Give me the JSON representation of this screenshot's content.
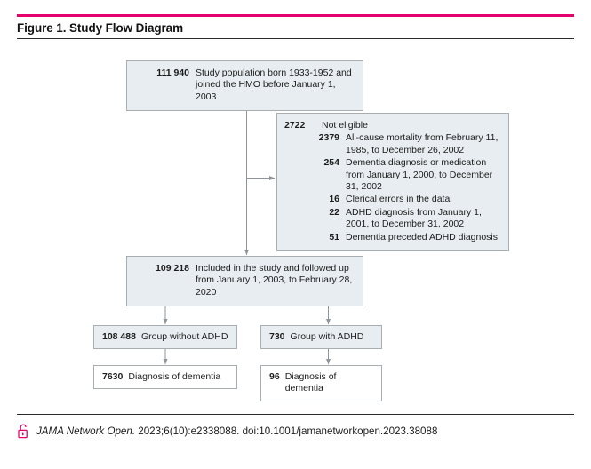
{
  "header": {
    "title": "Figure 1. Study Flow Diagram",
    "accent_color": "#e5006d",
    "rule_color": "#2b2b2b"
  },
  "colors": {
    "box_shaded_fill": "#e7edf0",
    "box_plain_fill": "#ffffff",
    "box_border": "#a8adb2",
    "connector": "#8e9499",
    "text": "#1c1c1c"
  },
  "flow": {
    "population": {
      "count": "111 940",
      "text": "Study population born 1933-1952 and joined the HMO before January 1, 2003"
    },
    "ineligible": {
      "count": "2722",
      "label": "Not eligible",
      "items": [
        {
          "count": "2379",
          "text": "All-cause mortality from February 11, 1985, to December 26, 2002"
        },
        {
          "count": "254",
          "text": "Dementia diagnosis or medication from January 1, 2000, to December 31, 2002"
        },
        {
          "count": "16",
          "text": "Clerical errors in the data"
        },
        {
          "count": "22",
          "text": "ADHD diagnosis from January 1, 2001, to December 31, 2002"
        },
        {
          "count": "51",
          "text": "Dementia preceded ADHD diagnosis"
        }
      ]
    },
    "included": {
      "count": "109 218",
      "text": "Included in the study and followed up from January 1, 2003, to February 28, 2020"
    },
    "group_without": {
      "count": "108 488",
      "text": "Group without ADHD"
    },
    "group_with": {
      "count": "730",
      "text": "Group with ADHD"
    },
    "dementia_without": {
      "count": "7630",
      "text": "Diagnosis of dementia"
    },
    "dementia_with": {
      "count": "96",
      "text": "Diagnosis of dementia"
    }
  },
  "footer": {
    "icon": "open-lock-icon",
    "icon_color": "#e5006d",
    "journal": "JAMA Network Open.",
    "citation": " 2023;6(10):e2338088. doi:10.1001/jamanetworkopen.2023.38088"
  },
  "chart_data": {
    "type": "flowchart",
    "title": "Figure 1. Study Flow Diagram",
    "nodes": [
      {
        "id": "population",
        "count": 111940,
        "label": "Study population born 1933-1952 and joined the HMO before January 1, 2003"
      },
      {
        "id": "ineligible",
        "count": 2722,
        "label": "Not eligible"
      },
      {
        "id": "ineligible-mortality",
        "count": 2379,
        "label": "All-cause mortality from February 11, 1985, to December 26, 2002"
      },
      {
        "id": "ineligible-dementia",
        "count": 254,
        "label": "Dementia diagnosis or medication from January 1, 2000, to December 31, 2002"
      },
      {
        "id": "ineligible-clerical",
        "count": 16,
        "label": "Clerical errors in the data"
      },
      {
        "id": "ineligible-adhd",
        "count": 22,
        "label": "ADHD diagnosis from January 1, 2001, to December 31, 2002"
      },
      {
        "id": "ineligible-preceded",
        "count": 51,
        "label": "Dementia preceded ADHD diagnosis"
      },
      {
        "id": "included",
        "count": 109218,
        "label": "Included in the study and followed up from January 1, 2003, to February 28, 2020"
      },
      {
        "id": "group-without-adhd",
        "count": 108488,
        "label": "Group without ADHD"
      },
      {
        "id": "group-with-adhd",
        "count": 730,
        "label": "Group with ADHD"
      },
      {
        "id": "dementia-without-adhd",
        "count": 7630,
        "label": "Diagnosis of dementia"
      },
      {
        "id": "dementia-with-adhd",
        "count": 96,
        "label": "Diagnosis of dementia"
      }
    ],
    "edges": [
      {
        "from": "population",
        "to": "ineligible"
      },
      {
        "from": "population",
        "to": "included"
      },
      {
        "from": "included",
        "to": "group-without-adhd"
      },
      {
        "from": "included",
        "to": "group-with-adhd"
      },
      {
        "from": "group-without-adhd",
        "to": "dementia-without-adhd"
      },
      {
        "from": "group-with-adhd",
        "to": "dementia-with-adhd"
      }
    ]
  }
}
